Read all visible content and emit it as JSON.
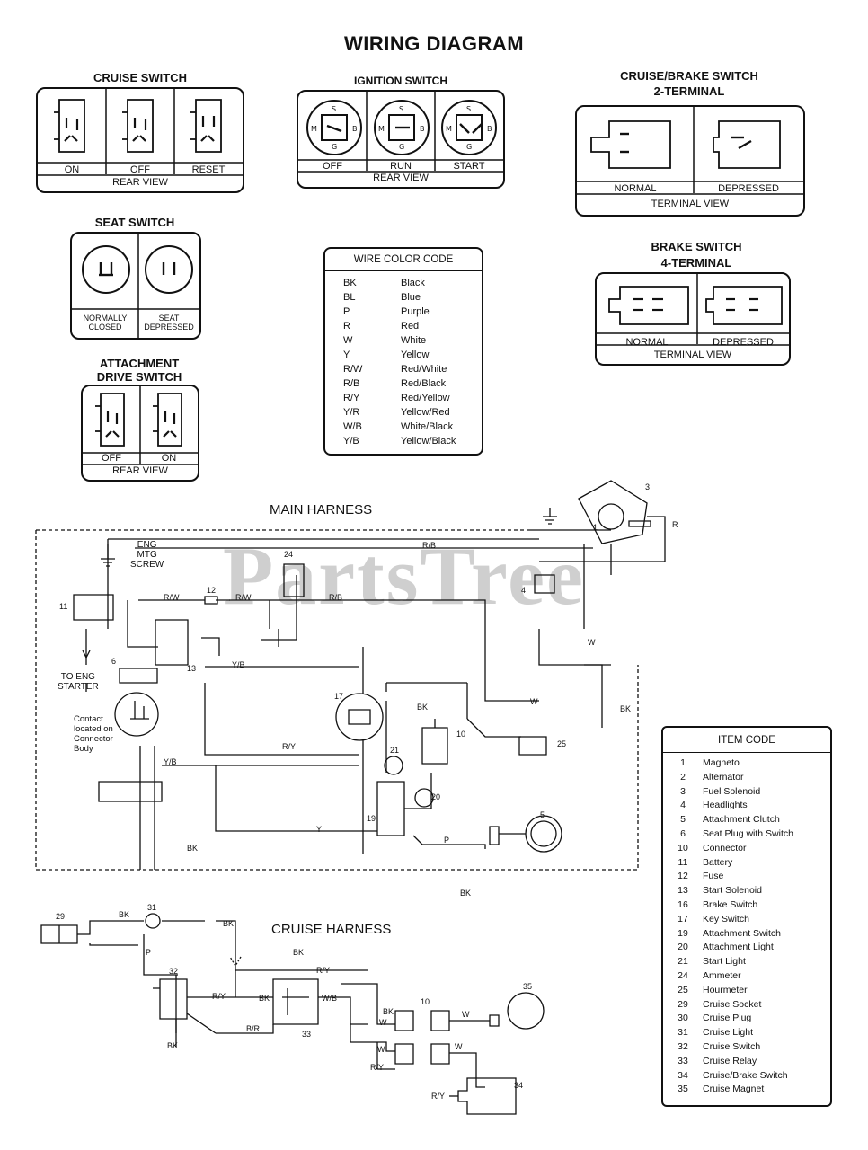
{
  "title": "WIRING DIAGRAM",
  "watermark": "PartsTree",
  "cruise_switch": {
    "title": "CRUISE SWITCH",
    "positions": [
      "ON",
      "OFF",
      "RESET"
    ],
    "view": "REAR VIEW"
  },
  "ignition_switch": {
    "title": "IGNITION SWITCH",
    "positions": [
      "OFF",
      "RUN",
      "START"
    ],
    "view": "REAR VIEW",
    "terminals": [
      "S",
      "M",
      "G",
      "B"
    ]
  },
  "cruise_brake_switch": {
    "title_1": "CRUISE/BRAKE SWITCH",
    "title_2": "2-TERMINAL",
    "positions": [
      "NORMAL",
      "DEPRESSED"
    ],
    "view": "TERMINAL VIEW"
  },
  "seat_switch": {
    "title": "SEAT SWITCH",
    "positions": [
      "NORMALLY CLOSED",
      "SEAT DEPRESSED"
    ]
  },
  "wire_color_code": {
    "title": "WIRE COLOR CODE",
    "rows": [
      [
        "BK",
        "Black"
      ],
      [
        "BL",
        "Blue"
      ],
      [
        "P",
        "Purple"
      ],
      [
        "R",
        "Red"
      ],
      [
        "W",
        "White"
      ],
      [
        "Y",
        "Yellow"
      ],
      [
        "R/W",
        "Red/White"
      ],
      [
        "R/B",
        "Red/Black"
      ],
      [
        "R/Y",
        "Red/Yellow"
      ],
      [
        "Y/R",
        "Yellow/Red"
      ],
      [
        "W/B",
        "White/Black"
      ],
      [
        "Y/B",
        "Yellow/Black"
      ]
    ]
  },
  "brake_switch": {
    "title_1": "BRAKE SWITCH",
    "title_2": "4-TERMINAL",
    "positions": [
      "NORMAL",
      "DEPRESSED"
    ],
    "view": "TERMINAL VIEW"
  },
  "attachment_switch": {
    "title_1": "ATTACHMENT",
    "title_2": "DRIVE SWITCH",
    "positions": [
      "OFF",
      "ON"
    ],
    "view": "REAR VIEW"
  },
  "main_harness": {
    "title": "MAIN HARNESS",
    "eng_screw_label": [
      "ENG",
      "MTG",
      "SCREW"
    ],
    "starter_label": [
      "TO ENG",
      "STARTER"
    ],
    "connector_note": [
      "Contact",
      "located on",
      "Connector",
      "Body"
    ],
    "wire_labels": [
      "R",
      "R/B",
      "R/W",
      "R/W",
      "R/B",
      "Y/B",
      "W",
      "W",
      "BK",
      "BK",
      "R/Y",
      "Y/B",
      "Y",
      "P",
      "BK",
      "BK"
    ],
    "item_numbers": [
      "1",
      "3",
      "4",
      "5",
      "6",
      "10",
      "11",
      "12",
      "13",
      "17",
      "19",
      "20",
      "21",
      "24",
      "25"
    ]
  },
  "item_code": {
    "title": "ITEM CODE",
    "rows": [
      [
        "1",
        "Magneto"
      ],
      [
        "2",
        "Alternator"
      ],
      [
        "3",
        "Fuel Solenoid"
      ],
      [
        "4",
        "Headlights"
      ],
      [
        "5",
        "Attachment Clutch"
      ],
      [
        "6",
        "Seat Plug with Switch"
      ],
      [
        "10",
        "Connector"
      ],
      [
        "11",
        "Battery"
      ],
      [
        "12",
        "Fuse"
      ],
      [
        "13",
        "Start Solenoid"
      ],
      [
        "16",
        "Brake Switch"
      ],
      [
        "17",
        "Key Switch"
      ],
      [
        "19",
        "Attachment Switch"
      ],
      [
        "20",
        "Attachment Light"
      ],
      [
        "21",
        "Start Light"
      ],
      [
        "24",
        "Ammeter"
      ],
      [
        "25",
        "Hourmeter"
      ],
      [
        "29",
        "Cruise Socket"
      ],
      [
        "30",
        "Cruise Plug"
      ],
      [
        "31",
        "Cruise Light"
      ],
      [
        "32",
        "Cruise Switch"
      ],
      [
        "33",
        "Cruise Relay"
      ],
      [
        "34",
        "Cruise/Brake Switch"
      ],
      [
        "35",
        "Cruise Magnet"
      ]
    ]
  },
  "cruise_harness": {
    "title": "CRUISE HARNESS",
    "wire_labels": [
      "BK",
      "BK",
      "P",
      "BK",
      "R/Y",
      "R/Y",
      "BK",
      "W/B",
      "BK",
      "W",
      "W",
      "W",
      "W",
      "R/Y",
      "B/R",
      "BK",
      "R/Y"
    ],
    "item_numbers": [
      "29",
      "31",
      "32",
      "33",
      "10",
      "35",
      "34"
    ]
  },
  "colors": {
    "ink": "#111111",
    "watermark": "#cfcfcf",
    "paper": "#ffffff"
  }
}
